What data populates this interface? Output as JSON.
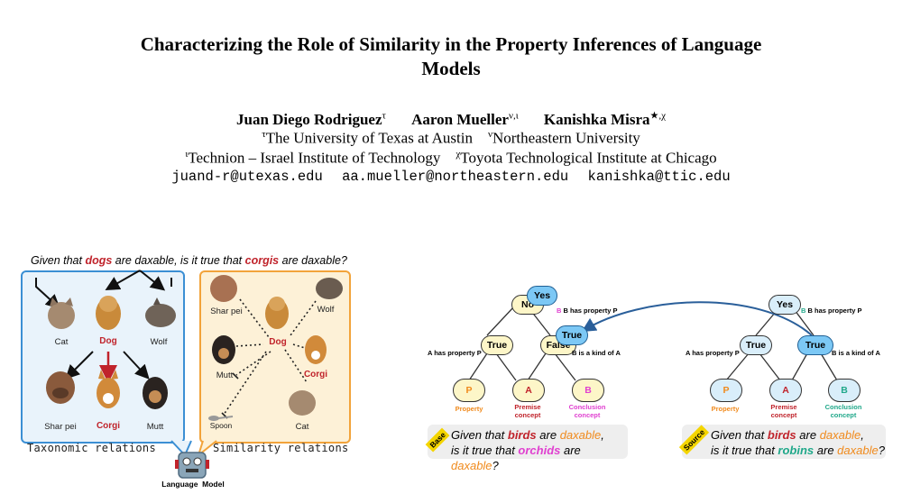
{
  "paper": {
    "title": "Characterizing the Role of Similarity in the Property Inferences of Language Models",
    "authors": [
      {
        "name": "Juan Diego Rodriguez",
        "mark": "τ"
      },
      {
        "name": "Aaron Mueller",
        "mark": "ν,ι"
      },
      {
        "name": "Kanishka Misra",
        "mark": "★,χ"
      }
    ],
    "affiliations_line1": [
      {
        "mark": "τ",
        "text": "The University of Texas at Austin"
      },
      {
        "mark": "ν",
        "text": "Northeastern University"
      }
    ],
    "affiliations_line2": [
      {
        "mark": "ι",
        "text": "Technion – Israel Institute of Technology"
      },
      {
        "mark": "χ",
        "text": "Toyota Technological Institute at Chicago"
      }
    ],
    "emails": [
      "juand-r@utexas.edu",
      "aa.mueller@northeastern.edu",
      "kanishka@ttic.edu"
    ]
  },
  "left_figure": {
    "question": {
      "p1": "Given that ",
      "w1": "dogs",
      "p2": " are daxable, is it true that ",
      "w2": "corgis",
      "p3": " are daxable?"
    },
    "taxonomy": {
      "cat": "Cat",
      "dog": "Dog",
      "wolf": "Wolf",
      "sharpei": "Shar pei",
      "corgi": "Corgi",
      "mutt": "Mutt",
      "caption": "Taxonomic relations"
    },
    "similarity": {
      "sharpei": "Shar pei",
      "wolf": "Wolf",
      "dog": "Dog",
      "mutt": "Mutt",
      "corgi": "Corgi",
      "spoon": "Spoon",
      "cat": "Cat",
      "caption": "Similarity relations"
    },
    "robot_label": "Language  Model"
  },
  "base_graph": {
    "top_no": "No",
    "top_yes": "Yes",
    "has_prop": "B has property P",
    "true_left": "True",
    "false_right": "False",
    "true_overlay": "True",
    "a_has_p": "A has property P",
    "b_kind_a": "B is a kind of A",
    "leaf_p": "P",
    "leaf_a": "A",
    "leaf_b": "B",
    "leaf_p_label": "Property",
    "leaf_a_label": "Premise concept",
    "leaf_b_label": "Conclusion concept",
    "tag": "Base",
    "q": {
      "p1": "Given that ",
      "w1": "birds",
      "p2": " are ",
      "w2": "daxable",
      "p3": ",",
      "p4": "is it true that ",
      "w3": "orchids",
      "p5": " are ",
      "w4": "daxable",
      "p6": "?"
    }
  },
  "source_graph": {
    "top_yes": "Yes",
    "has_prop": "B has property P",
    "true_left": "True",
    "true_right": "True",
    "a_has_p": "A has property P",
    "b_kind_a": "B is a kind of A",
    "leaf_p": "P",
    "leaf_a": "A",
    "leaf_b": "B",
    "leaf_p_label": "Property",
    "leaf_a_label": "Premise concept",
    "leaf_b_label": "Conclusion concept",
    "tag": "Source",
    "q": {
      "p1": "Given that ",
      "w1": "birds",
      "p2": " are ",
      "w2": "daxable",
      "p3": ",",
      "p4": "is it true that ",
      "w3": "robins",
      "p5": " are ",
      "w4": "daxable",
      "p6": "?"
    }
  },
  "colors": {
    "red": "#c0232b",
    "orange": "#f08a1c",
    "magenta": "#e040d0",
    "teal": "#20a88a",
    "blue": "#3b8fd4"
  }
}
